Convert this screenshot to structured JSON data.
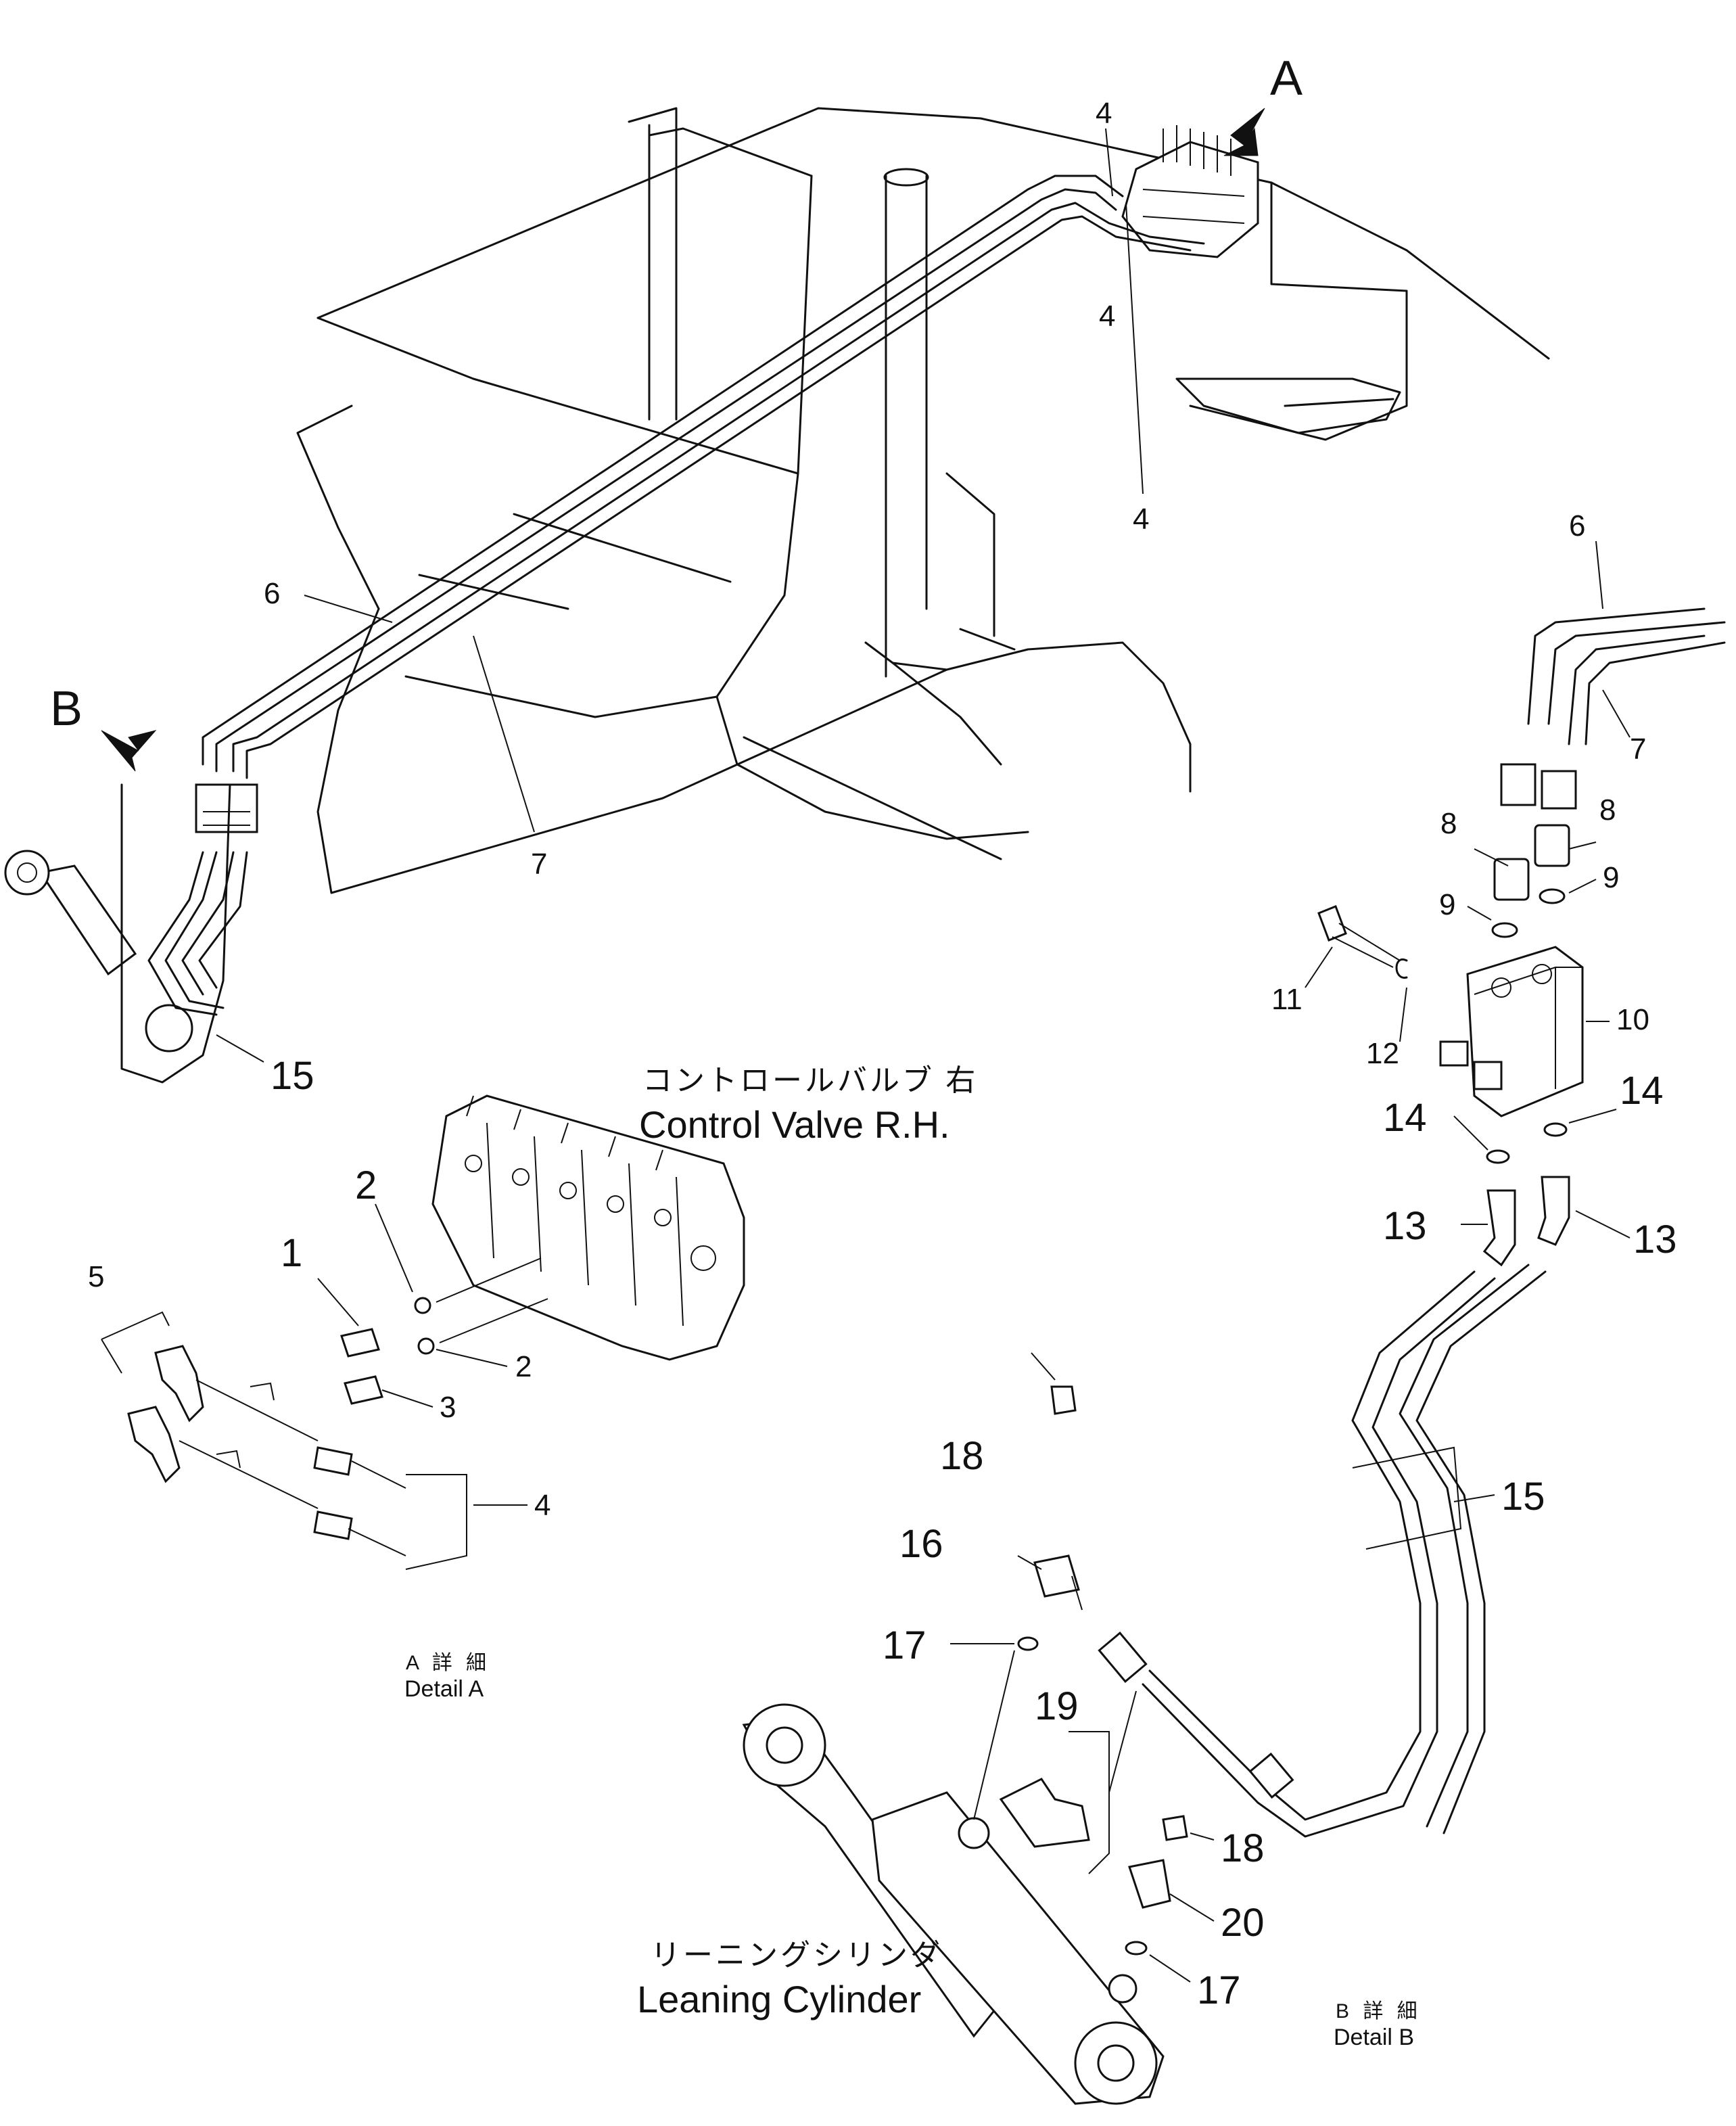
{
  "view_markers": {
    "a": "A",
    "b": "B"
  },
  "captions": {
    "control_valve_jp": "コントロールバルブ 右",
    "control_valve_en": "Control Valve R.H.",
    "leaning_cylinder_jp": "リーニングシリンダ",
    "leaning_cylinder_en": "Leaning Cylinder",
    "detail_a_jp": "A 詳 細",
    "detail_a_en": "Detail A",
    "detail_b_jp": "B 詳 細",
    "detail_b_en": "Detail B"
  },
  "callouts": {
    "c4_top": "4",
    "c4_mid": "4",
    "c4_low": "4",
    "c4_detail": "4",
    "c6_main": "6",
    "c7_main": "7",
    "c15_main": "15",
    "c6_b": "6",
    "c7_b": "7",
    "c8_left": "8",
    "c8_right": "8",
    "c9_left": "9",
    "c9_right": "9",
    "c10": "10",
    "c11": "11",
    "c12": "12",
    "c14_left": "14",
    "c14_right": "14",
    "c13_left": "13",
    "c13_right": "13",
    "c15_b": "15",
    "c1": "1",
    "c2_top": "2",
    "c2_low": "2",
    "c3": "3",
    "c5": "5",
    "c18_top": "18",
    "c16": "16",
    "c17_top": "17",
    "c19": "19",
    "c18_low": "18",
    "c20": "20",
    "c17_low": "17"
  }
}
